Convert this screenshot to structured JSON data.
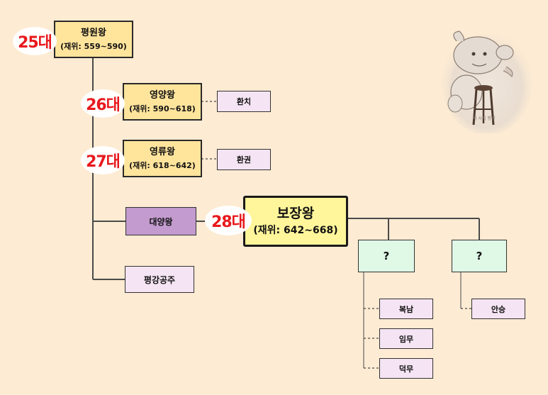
{
  "kings": {
    "pyeongwon": {
      "gen": "25대",
      "name": "평원왕",
      "reign": "(재위: 559~590)"
    },
    "yeongyang": {
      "gen": "26대",
      "name": "영양왕",
      "reign": "(재위: 590~618)"
    },
    "yeongryu": {
      "gen": "27대",
      "name": "영류왕",
      "reign": "(재위: 618~642)"
    },
    "bojang": {
      "gen": "28대",
      "name": "보장왕",
      "reign": "(재위: 642~668)"
    }
  },
  "relatives": {
    "hwanchi": "환치",
    "hwangwon": "환권",
    "daeyang": "대양왕",
    "pyeonggang": "평강공주"
  },
  "children": {
    "unknown_left": "?",
    "unknown_right": "?",
    "boknam": "복남",
    "immu": "임무",
    "deokmu": "덕무",
    "anseung": "안승"
  },
  "watermark": "의 사기 행방",
  "colors": {
    "background": "#fdebd3",
    "king_box": "#ffe49c",
    "bojang_box": "#fff59a",
    "relative_box": "#f5e4f3",
    "daeyang_box": "#c39bcf",
    "unknown_box": "#e0f8e6",
    "generation_text": "#e8191d",
    "line": "#4a4a4a"
  }
}
